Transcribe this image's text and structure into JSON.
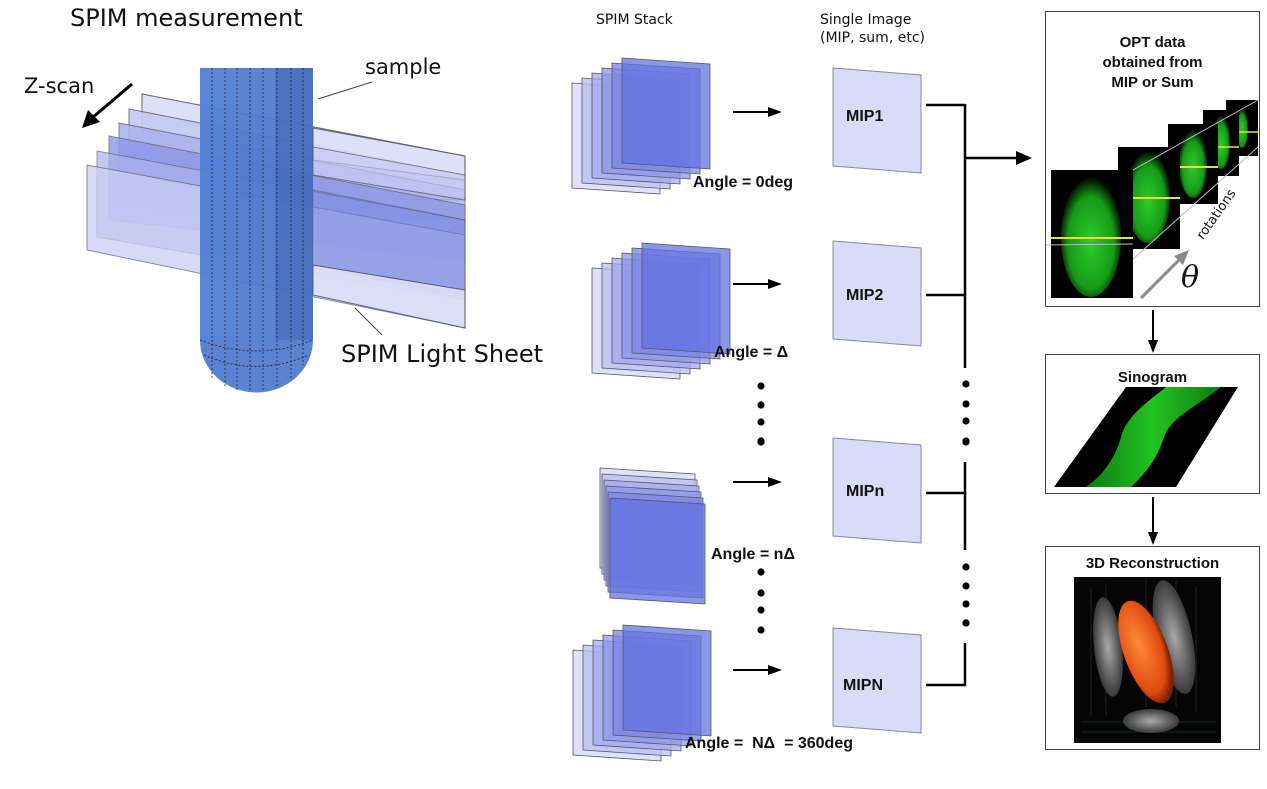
{
  "left": {
    "title": "SPIM measurement",
    "zscan_label": "Z-scan",
    "sample_label": "sample",
    "lightsheet_label": "SPIM Light Sheet"
  },
  "middle": {
    "stack_header": "SPIM Stack",
    "single_header_line1": "Single Image",
    "single_header_line2": "(MIP, sum, etc)",
    "rows": [
      {
        "mip": "MIP1",
        "angle": "Angle = 0deg"
      },
      {
        "mip": "MIP2",
        "angle": "Angle = Δ"
      },
      {
        "mip": "MIPn",
        "angle": "Angle =  nΔ"
      },
      {
        "mip": "MIPN",
        "angle": "Angle =  NΔ  = 360deg"
      }
    ]
  },
  "right": {
    "opt_title_line1": "OPT data",
    "opt_title_line2": "obtained from",
    "opt_title_line3": "MIP or Sum",
    "rotations_label": "rotations",
    "theta_label": "θ",
    "sinogram_title": "Sinogram",
    "recon_title": "3D Reconstruction"
  },
  "colors": {
    "sheet_fill": "#b8bff0",
    "sheet_dark": "#5a6ee0",
    "cylinder": "#4a74c8",
    "mip_fill": "#d8dcf7",
    "green": "#1fb51f",
    "orange": "#ff5a1a"
  }
}
